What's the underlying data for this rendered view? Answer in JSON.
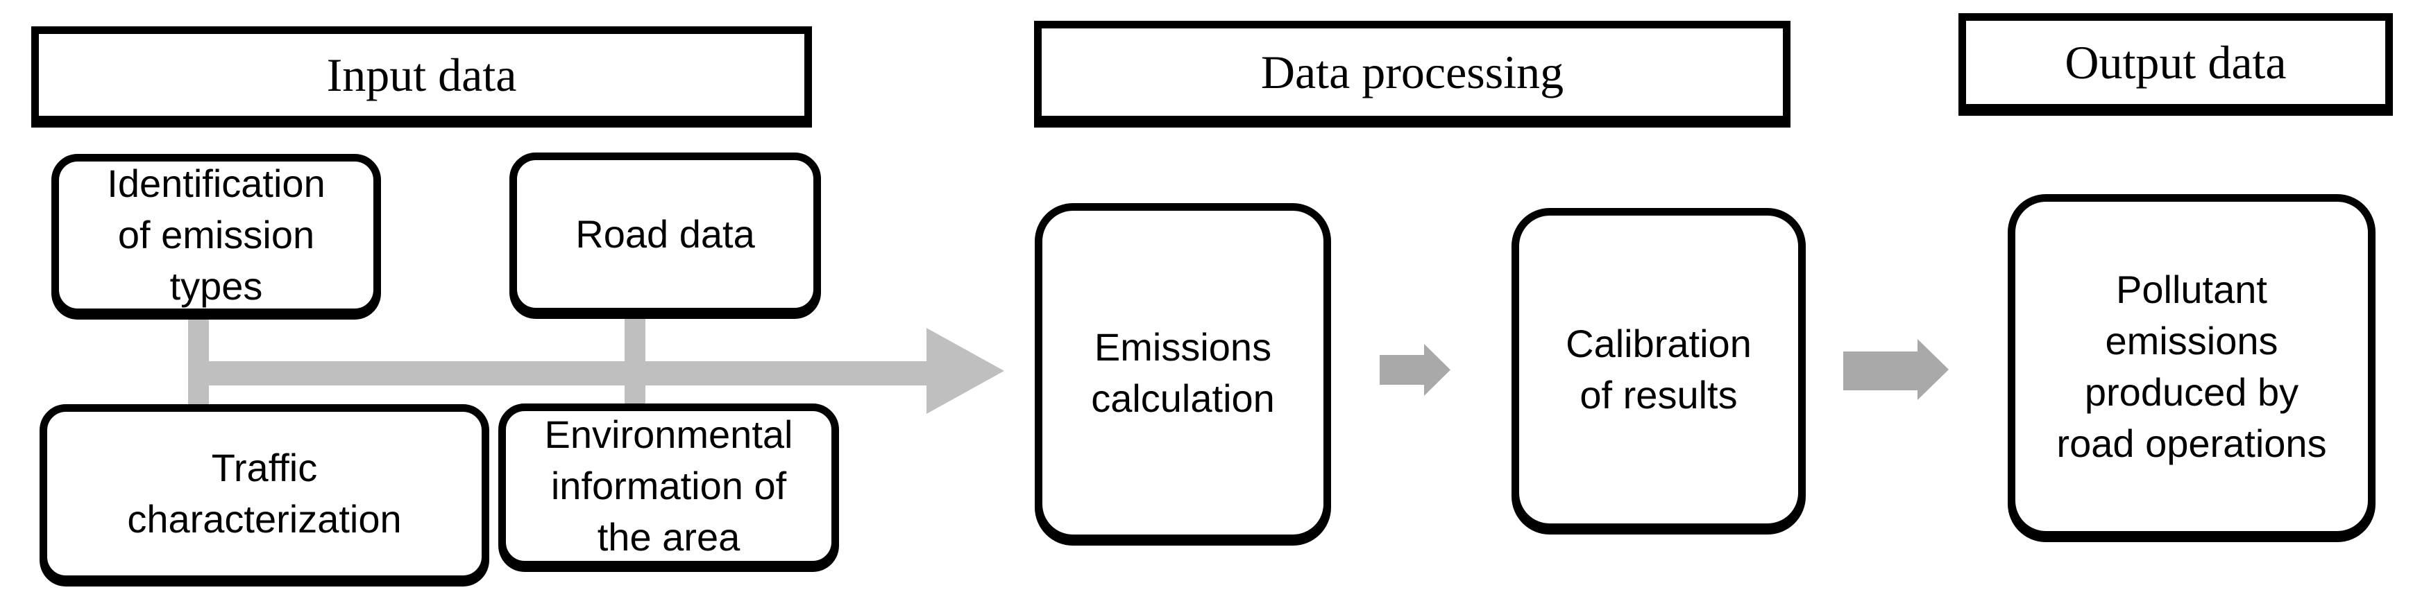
{
  "headers": {
    "input": "Input data",
    "processing": "Data processing",
    "output": "Output data"
  },
  "nodes": {
    "identification": "Identification\nof emission\ntypes",
    "road": "Road data",
    "traffic": "Traffic\ncharacterization",
    "environmental": "Environmental\ninformation of\nthe area",
    "emissions": "Emissions\ncalculation",
    "calibration": "Calibration\nof results",
    "pollutant": "Pollutant\nemissions\nproduced by\nroad operations"
  },
  "colors": {
    "box_border": "#000000",
    "box_fill": "#ffffff",
    "text": "#000000",
    "connector_gray": "#bfbfbf",
    "small_arrow_gray": "#a9a9a9",
    "background": "#ffffff"
  }
}
